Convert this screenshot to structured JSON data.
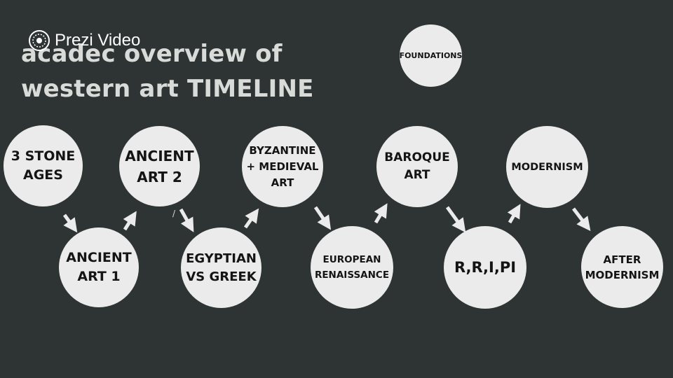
{
  "brand": {
    "label": "Prezi Video",
    "icon": "prezi-logo-icon"
  },
  "title": "acadec overview of western art TIMELINE",
  "nodes": [
    {
      "id": "foundations",
      "label": "FOUNDATIONS"
    },
    {
      "id": "stone-ages",
      "label": "3 STONE\nAGES"
    },
    {
      "id": "ancient-art-1",
      "label": "ANCIENT\nART 1"
    },
    {
      "id": "ancient-art-2",
      "label": "ANCIENT\nART 2"
    },
    {
      "id": "egyptian-vs-greek",
      "label": "EGYPTIAN\nVS GREEK"
    },
    {
      "id": "byzantine-medieval",
      "label": "BYZANTINE\n+ MEDIEVAL\nART"
    },
    {
      "id": "european-renaissance",
      "label": "EUROPEAN\nRENAISSANCE"
    },
    {
      "id": "baroque-art",
      "label": "BAROQUE\nART"
    },
    {
      "id": "rripi",
      "label": "R,R,I,PI"
    },
    {
      "id": "modernism",
      "label": "MODERNISM"
    },
    {
      "id": "after-modernism",
      "label": "AFTER\nMODERNISM"
    }
  ],
  "colors": {
    "background": "#2d3433",
    "node": "#ebebeb",
    "text": "#141414",
    "arrow": "#ebebeb"
  }
}
